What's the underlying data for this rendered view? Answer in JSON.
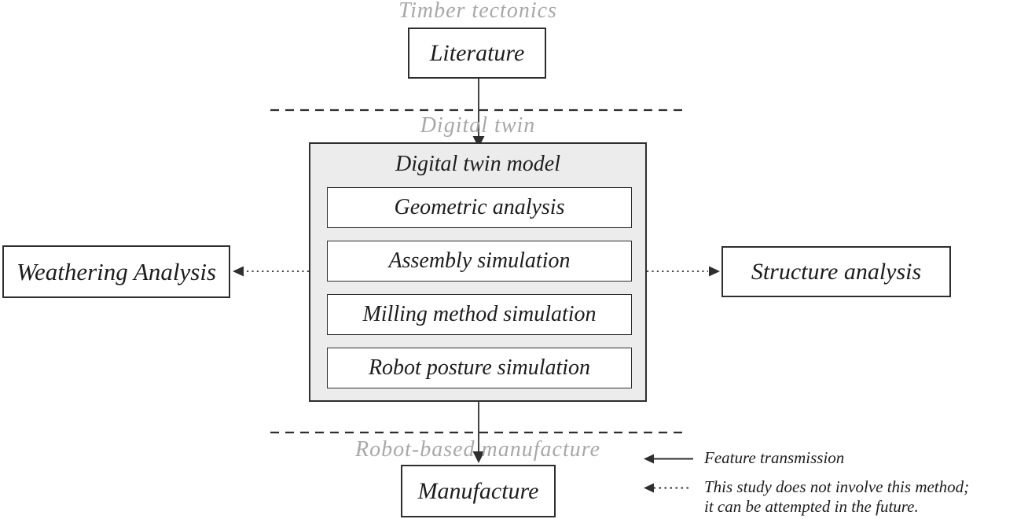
{
  "figure": {
    "stages": {
      "top": "Timber tectonics",
      "middle": "Digital twin",
      "bottom": "Robot-based manufacture"
    },
    "boxes": {
      "literature": "Literature",
      "weathering": "Weathering Analysis",
      "structure": "Structure analysis",
      "manufacture": "Manufacture"
    },
    "digital_twin": {
      "title": "Digital twin model",
      "modules": [
        "Geometric analysis",
        "Assembly simulation",
        "Milling method simulation",
        "Robot posture simulation"
      ]
    },
    "legend": {
      "feature": {
        "icon": "solid-arrow-icon",
        "label": "Feature transmission"
      },
      "not_involved": {
        "icon": "dotted-arrow-icon",
        "line1": "This study does not involve this method;",
        "line2": "it can be attempted in the future."
      }
    },
    "colors": {
      "line": "#2e2e2e",
      "panel_fill": "#ececec",
      "stage_label": "#a8a8a8",
      "text": "#1d1d1d",
      "background": "#ffffff"
    }
  }
}
